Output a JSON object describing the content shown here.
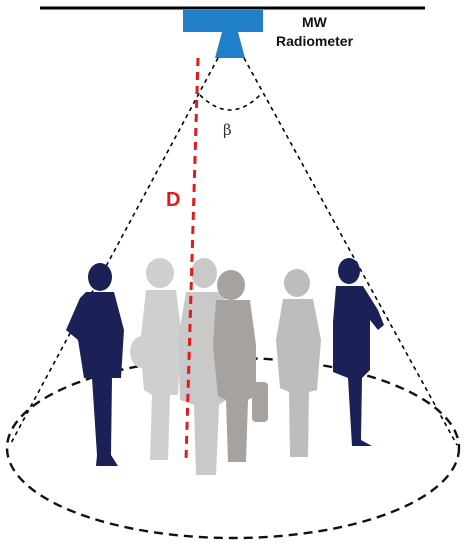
{
  "labels": {
    "radiometer_line1": "MW",
    "radiometer_line2": "Radiometer",
    "beam_angle_symbol": "β",
    "distance_symbol": "D"
  },
  "colors": {
    "ceiling": "#000000",
    "radiometer_body": "#1f7fc9",
    "cone_lines": "#000000",
    "distance_line": "#e11b1b",
    "person_dark": "#1b2157",
    "person_light": "#cfcfcf",
    "person_mid": "#b4b4b4",
    "person_gray": "#a09c98"
  },
  "icons": {
    "radiometer": "radiometer-sensor-icon",
    "people": "person-silhouette-icon"
  }
}
